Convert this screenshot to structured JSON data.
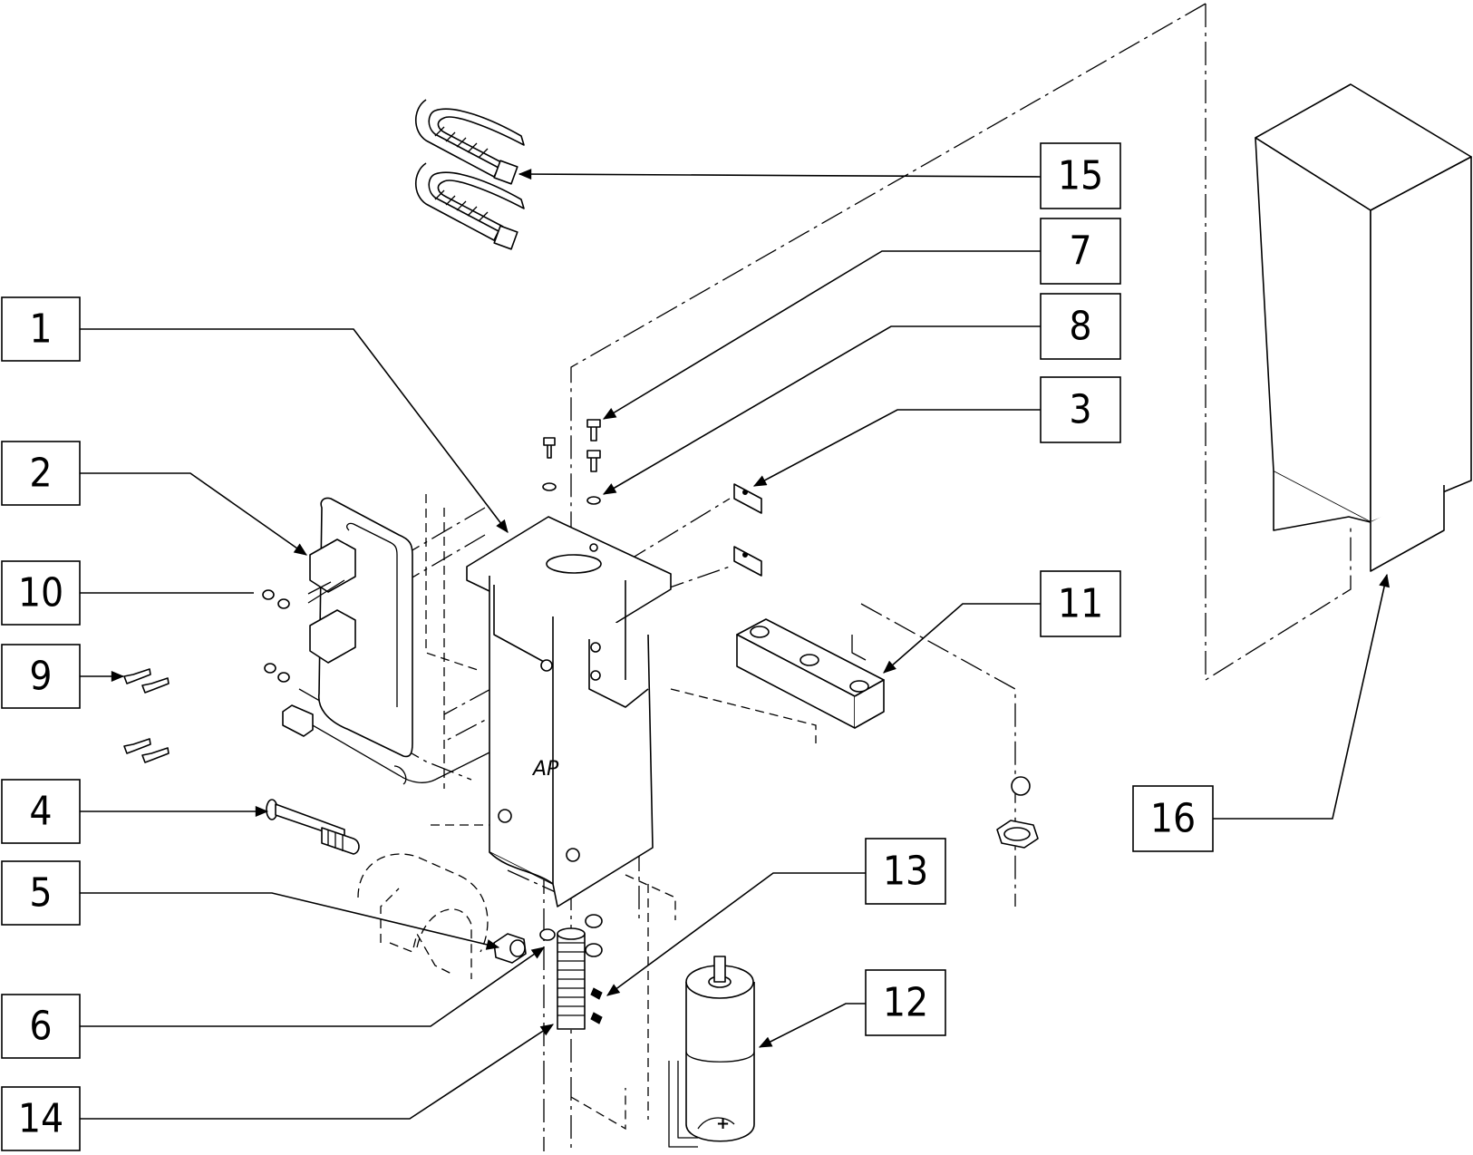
{
  "diagram": {
    "callouts": [
      {
        "id": "callout-1",
        "label": "1",
        "part": "mounting bracket"
      },
      {
        "id": "callout-2",
        "label": "2",
        "part": "limit switch"
      },
      {
        "id": "callout-3",
        "label": "3",
        "part": "wear plate"
      },
      {
        "id": "callout-4",
        "label": "4",
        "part": "pivot bolt"
      },
      {
        "id": "callout-5",
        "label": "5",
        "part": "lock nut"
      },
      {
        "id": "callout-6",
        "label": "6",
        "part": "washer"
      },
      {
        "id": "callout-7",
        "label": "7",
        "part": "screw"
      },
      {
        "id": "callout-8",
        "label": "8",
        "part": "washer"
      },
      {
        "id": "callout-9",
        "label": "9",
        "part": "switch screw"
      },
      {
        "id": "callout-10",
        "label": "10",
        "part": "switch washer"
      },
      {
        "id": "callout-11",
        "label": "11",
        "part": "slide block"
      },
      {
        "id": "callout-12",
        "label": "12",
        "part": "motor"
      },
      {
        "id": "callout-13",
        "label": "13",
        "part": "set screw"
      },
      {
        "id": "callout-14",
        "label": "14",
        "part": "drive screw"
      },
      {
        "id": "callout-15",
        "label": "15",
        "part": "cable tie"
      },
      {
        "id": "callout-16",
        "label": "16",
        "part": "cover"
      }
    ],
    "embossed_mark": "AP"
  }
}
